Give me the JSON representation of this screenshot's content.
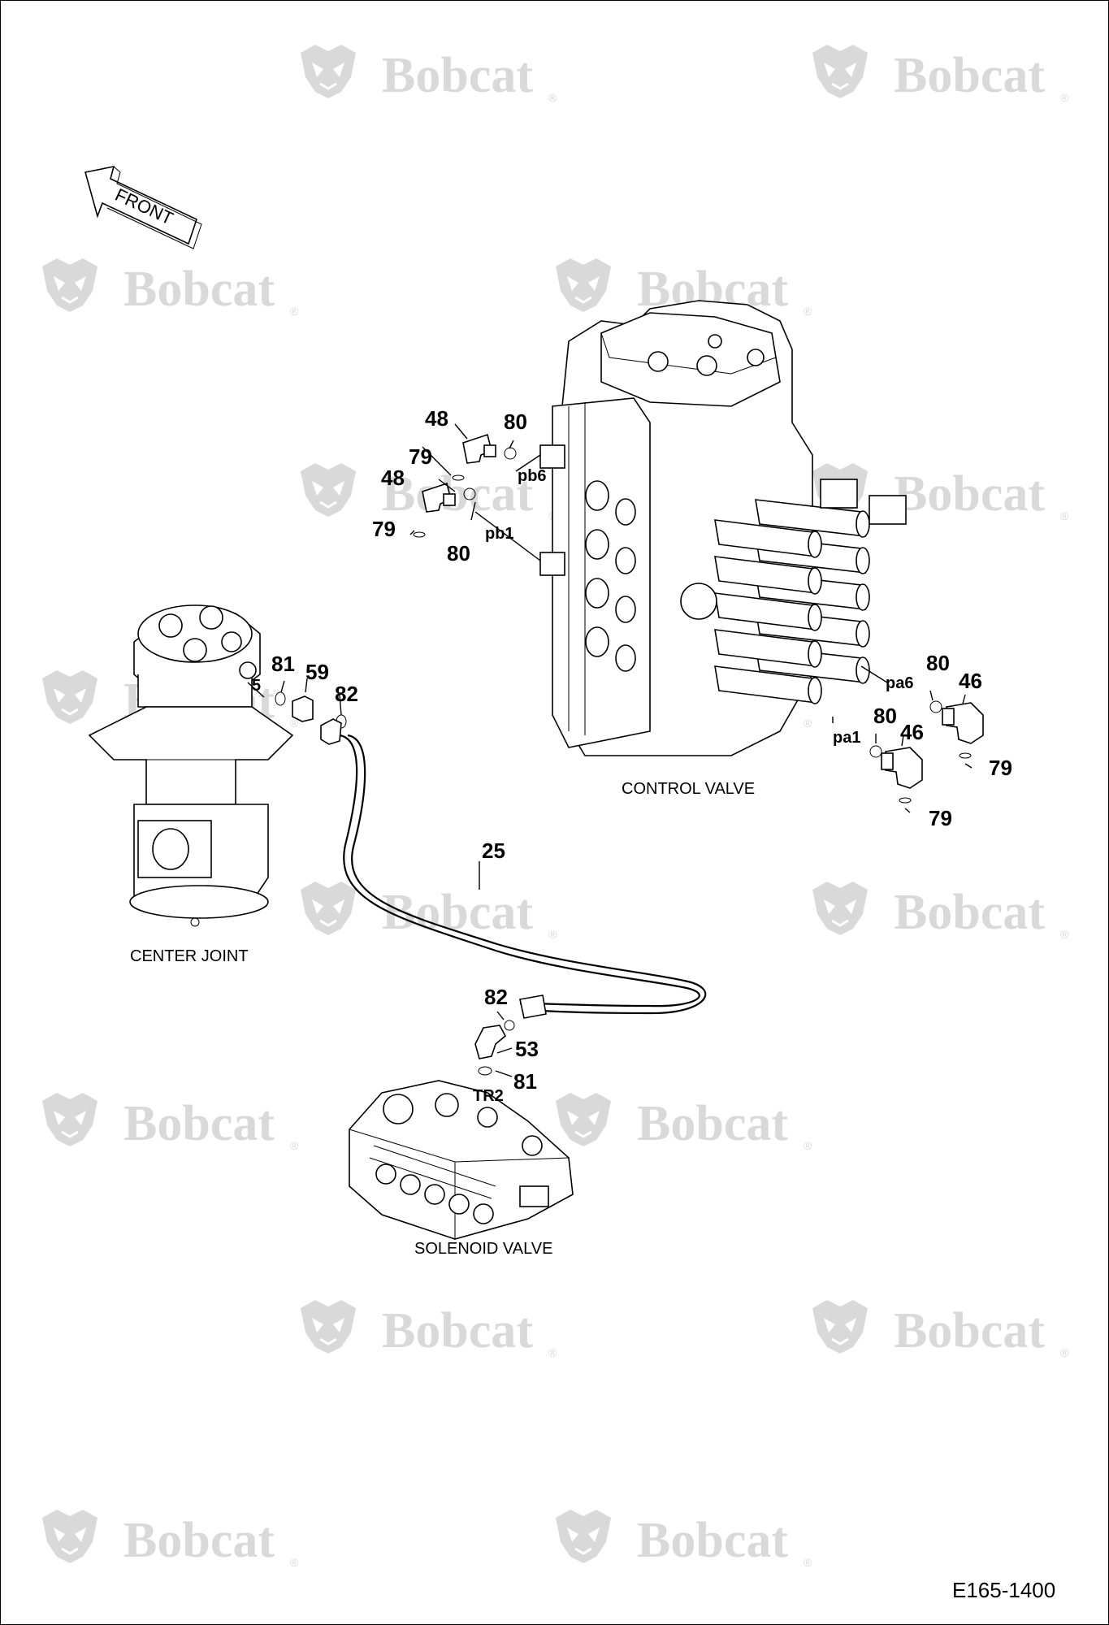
{
  "watermark": {
    "brand": "Bobcat",
    "registered": "®",
    "color": "#d9d9d9"
  },
  "orientation": {
    "label": "FRONT"
  },
  "components": {
    "control_valve": "CONTROL VALVE",
    "center_joint": "CENTER JOINT",
    "solenoid_valve": "SOLENOID VALVE"
  },
  "ports": {
    "pb6": "pb6",
    "pb1": "pb1",
    "pa6": "pa6",
    "pa1": "pa1",
    "tr2": "TR2",
    "port5": "5"
  },
  "callouts": {
    "c48a": "48",
    "c80a": "80",
    "c79a": "79",
    "c48b": "48",
    "c79b": "79",
    "c80b": "80",
    "c81a": "81",
    "c59": "59",
    "c82a": "82",
    "c80c": "80",
    "c46a": "46",
    "c79c": "79",
    "c80d": "80",
    "c46b": "46",
    "c79d": "79",
    "c25": "25",
    "c82b": "82",
    "c53": "53",
    "c81b": "81"
  },
  "document_id": "E165-1400"
}
